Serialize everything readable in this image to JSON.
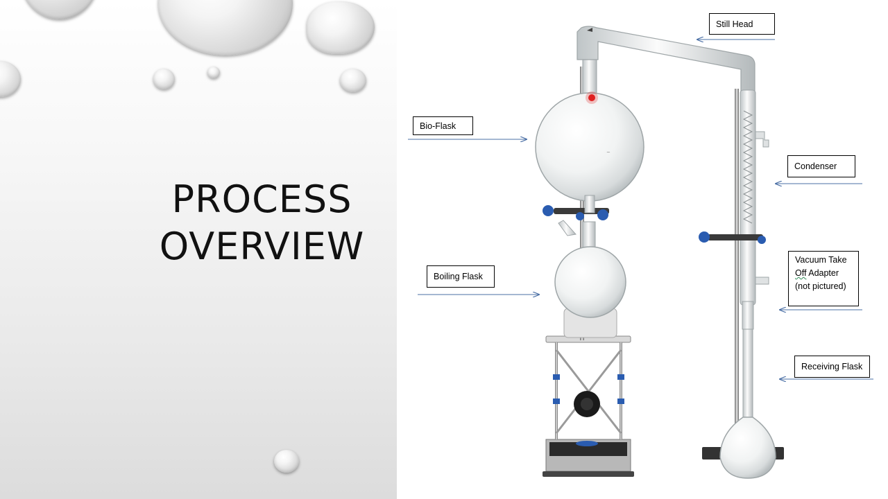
{
  "slide": {
    "title_lines": [
      "PROCESS",
      "OVERVIEW"
    ]
  },
  "diagram": {
    "labels": {
      "still_head": "Still Head",
      "bio_flask": "Bio-Flask",
      "condenser": "Condenser",
      "boiling_flask": "Boiling Flask",
      "vacuum_line1": "Vacuum Take",
      "vacuum_word_off": "Off",
      "vacuum_line2_rest": " Adapter",
      "vacuum_line3": "(not pictured)",
      "receiving_flask": "Receiving Flask"
    }
  },
  "colors": {
    "arrow": "#4a6fa5",
    "clamp_blue": "#2a5cb0",
    "indicator_red": "#e02020"
  }
}
